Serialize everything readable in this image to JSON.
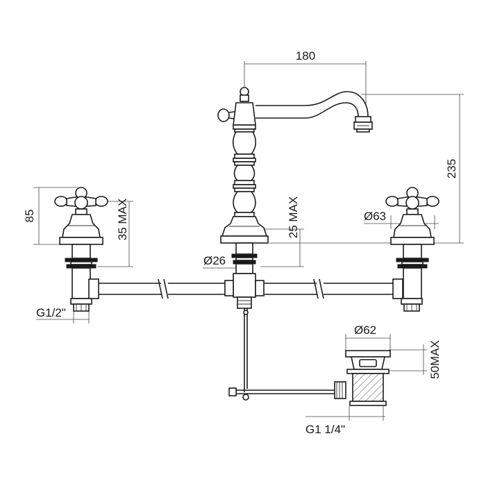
{
  "dimensions": {
    "spout_reach": "180",
    "total_height": "235",
    "handle_height": "85",
    "handle_deck_max": "35 MAX",
    "spout_deck_max": "25 MAX",
    "spout_base_diameter": "Ø26",
    "handle_diameter": "Ø63",
    "inlet_thread": "G1/2\"",
    "drain_diameter": "Ø62",
    "drain_deck_max": "50MAX",
    "drain_thread": "G1 1/4\""
  },
  "colors": {
    "line": "#1a1a1a",
    "background": "#ffffff"
  }
}
